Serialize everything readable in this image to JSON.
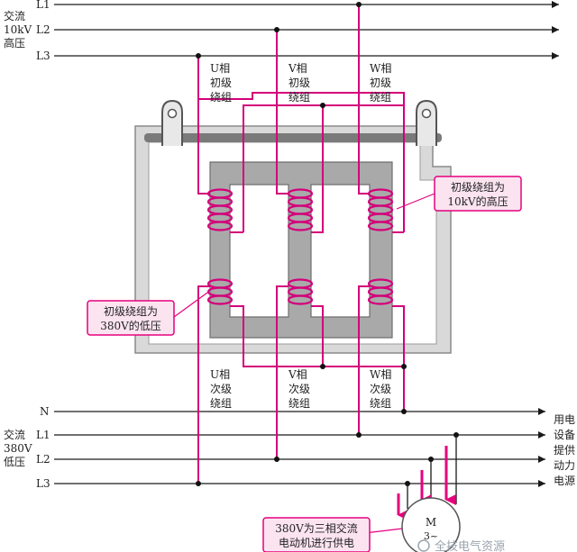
{
  "bus_high": {
    "group_label": [
      "交流",
      "10kV",
      "高压"
    ],
    "lines": [
      "L1",
      "L2",
      "L3"
    ]
  },
  "bus_low": {
    "group_label": [
      "交流",
      "380V",
      "低压"
    ],
    "lines": [
      "N",
      "L1",
      "L2",
      "L3"
    ],
    "right_label": [
      "用电",
      "设备",
      "提供",
      "动力",
      "电源"
    ]
  },
  "primary_windings": [
    [
      "U相",
      "初级",
      "绕组"
    ],
    [
      "V相",
      "初级",
      "绕组"
    ],
    [
      "W相",
      "初级",
      "绕组"
    ]
  ],
  "secondary_windings": [
    [
      "U相",
      "次级",
      "绕组"
    ],
    [
      "V相",
      "次级",
      "绕组"
    ],
    [
      "W相",
      "次级",
      "绕组"
    ]
  ],
  "callouts": {
    "high": [
      "初级绕组为",
      "10kV的高压"
    ],
    "low": [
      "初级绕组为",
      "380V的低压"
    ],
    "motor": [
      "380V为三相交流",
      "电动机进行供电"
    ]
  },
  "motor": {
    "symbol": "M",
    "sub": "3~"
  },
  "watermark": "全技电气资源",
  "colors": {
    "wire": "#d4007a",
    "core": "#a9a9a9",
    "frame": "#d9d9d9",
    "bus": "#1a1a1a"
  }
}
